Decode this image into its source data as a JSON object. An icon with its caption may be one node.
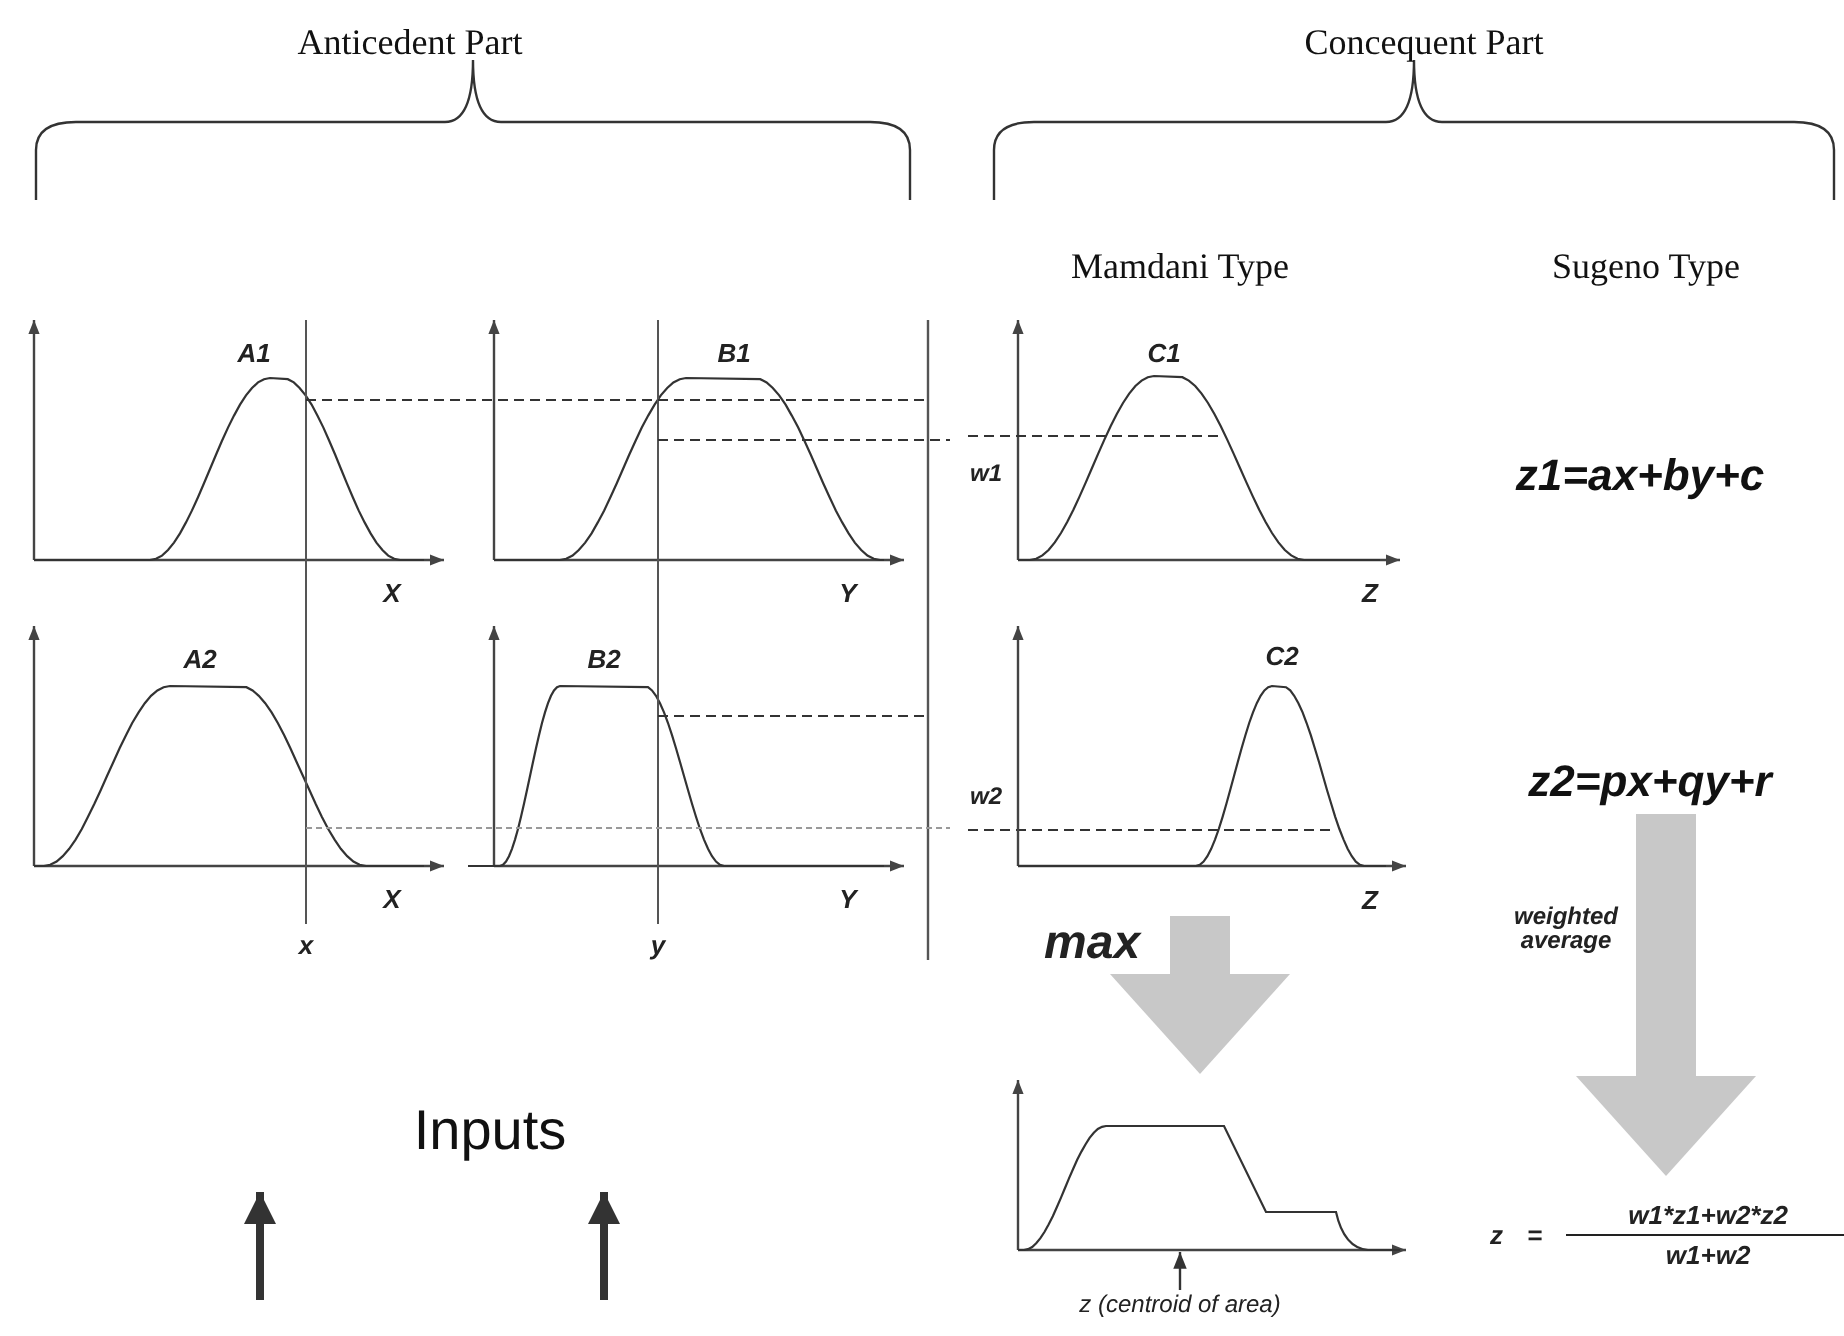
{
  "diagram": {
    "nodes": [
      {
        "text": [
          "z2=px+qy+r"
        ]
      },
      {
        "text": [
          "z",
          "=",
          "w1*z1+w2*z2",
          "w1+w2"
        ]
      },
      {
        "text": [
          "C2",
          "w2",
          "Z"
        ]
      },
      {
        "text": [],
        "shape": "picture"
      },
      {
        "text": [
          "z (centroid of area)"
        ]
      }
    ],
    "edges": [
      {
        "from": 2,
        "to": 3,
        "arrow": "to",
        "label": "max",
        "color": "#c8c8c8"
      },
      {
        "from": 0,
        "to": 1,
        "arrow": "to",
        "label": "weighted average",
        "color": "#c8c8c8"
      },
      {
        "from": 4,
        "to": 3,
        "arrow": "to",
        "color": "#333333"
      }
    ],
    "labels": [
      "Anticedent Part",
      "Concequent Part",
      "Mamdani Type",
      "Sugeno Type",
      "A1",
      "B1",
      "C1",
      "w1",
      "z1=ax+by+c",
      "X",
      "Y",
      "Z",
      "A2",
      "B2",
      "X",
      "Y",
      "x",
      "y",
      "Inputs"
    ]
  }
}
